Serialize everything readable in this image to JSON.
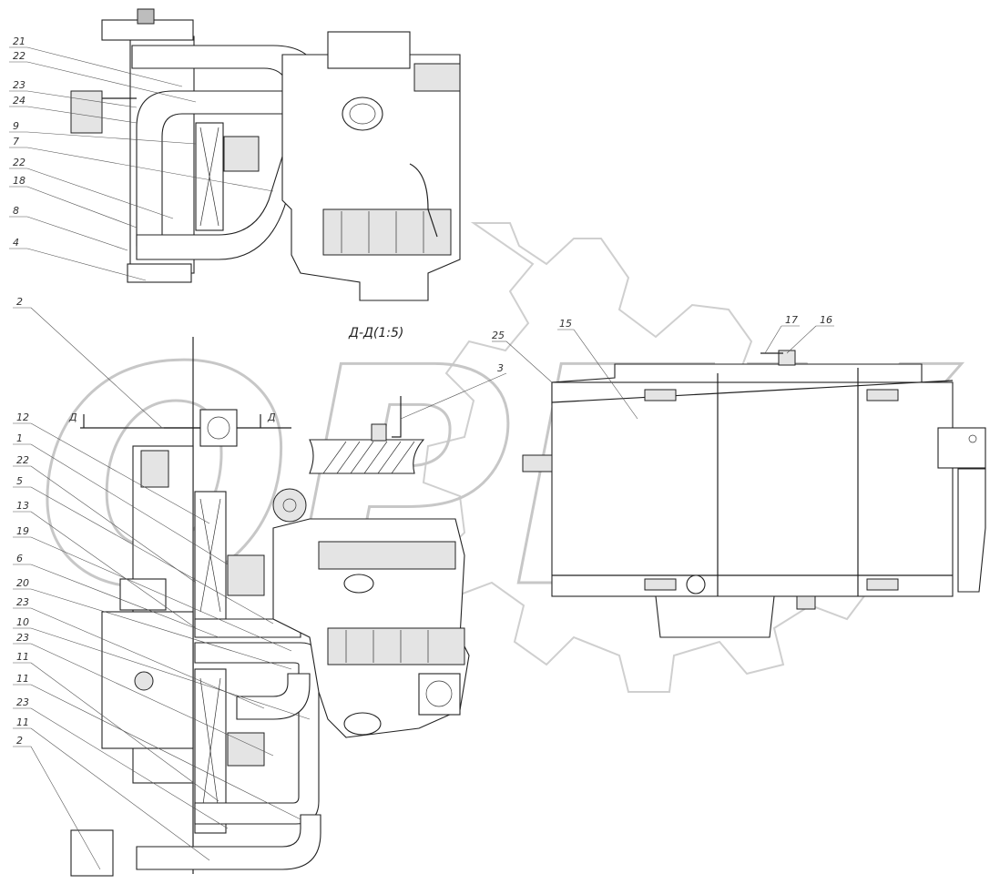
{
  "watermark": {
    "text": "OPEX"
  },
  "section_title": "Д-Д(1:5)",
  "section_marks": [
    "Д",
    "Д"
  ],
  "callouts_top": [
    "21",
    "22",
    "23",
    "24",
    "9",
    "7",
    "22",
    "18",
    "8",
    "4"
  ],
  "callouts_bottom_left": [
    "2",
    "12",
    "1",
    "22",
    "5",
    "13",
    "19",
    "6",
    "20",
    "23",
    "10",
    "23",
    "11",
    "11",
    "23",
    "11",
    "2"
  ],
  "callouts_right": [
    "25",
    "15",
    "17",
    "16",
    "3"
  ]
}
